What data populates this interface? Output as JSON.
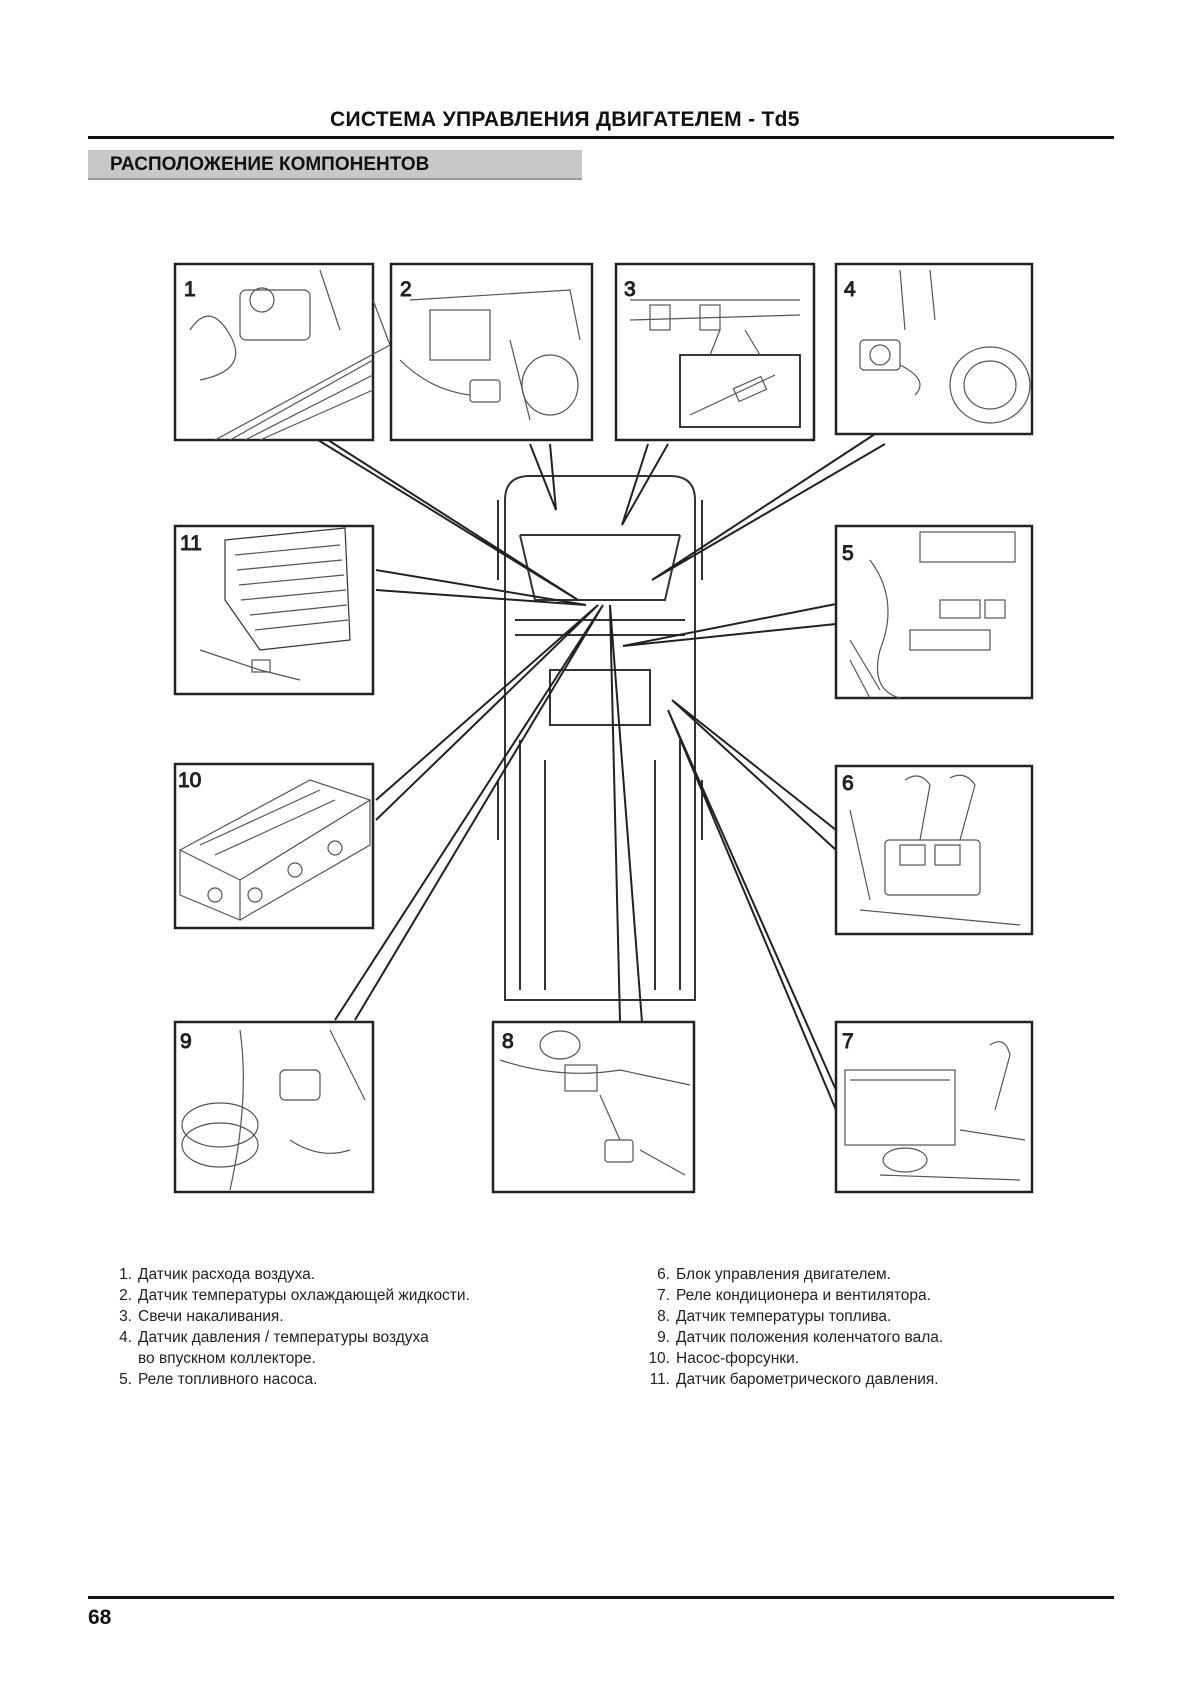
{
  "header": {
    "title": "СИСТЕМА УПРАВЛЕНИЯ ДВИГАТЕЛЕМ - Td5"
  },
  "section": {
    "title": "РАСПОЛОЖЕНИЕ КОМПОНЕНТОВ"
  },
  "panels": [
    {
      "number": "1"
    },
    {
      "number": "2"
    },
    {
      "number": "3"
    },
    {
      "number": "4"
    },
    {
      "number": "5"
    },
    {
      "number": "6"
    },
    {
      "number": "7"
    },
    {
      "number": "8"
    },
    {
      "number": "9"
    },
    {
      "number": "10"
    },
    {
      "number": "11"
    }
  ],
  "legend": {
    "items": [
      {
        "num": "1.",
        "text": "Датчик расхода воздуха."
      },
      {
        "num": "2.",
        "text": "Датчик температуры охлаждающей жидкости."
      },
      {
        "num": "3.",
        "text": "Свечи накаливания."
      },
      {
        "num": "4.",
        "text": "Датчик давления / температуры воздуха",
        "cont": "во впускном коллекторе."
      },
      {
        "num": "5.",
        "text": "Реле топливного насоса."
      },
      {
        "num": "6.",
        "text": "Блок управления двигателем."
      },
      {
        "num": "7.",
        "text": "Реле кондиционера и вентилятора."
      },
      {
        "num": "8.",
        "text": "Датчик температуры топлива."
      },
      {
        "num": "9.",
        "text": "Датчик положения коленчатого вала."
      },
      {
        "num": "10.",
        "text": "Насос-форсунки."
      },
      {
        "num": "11.",
        "text": "Датчик барометрического давления."
      }
    ]
  },
  "footer": {
    "page_number": "68"
  }
}
